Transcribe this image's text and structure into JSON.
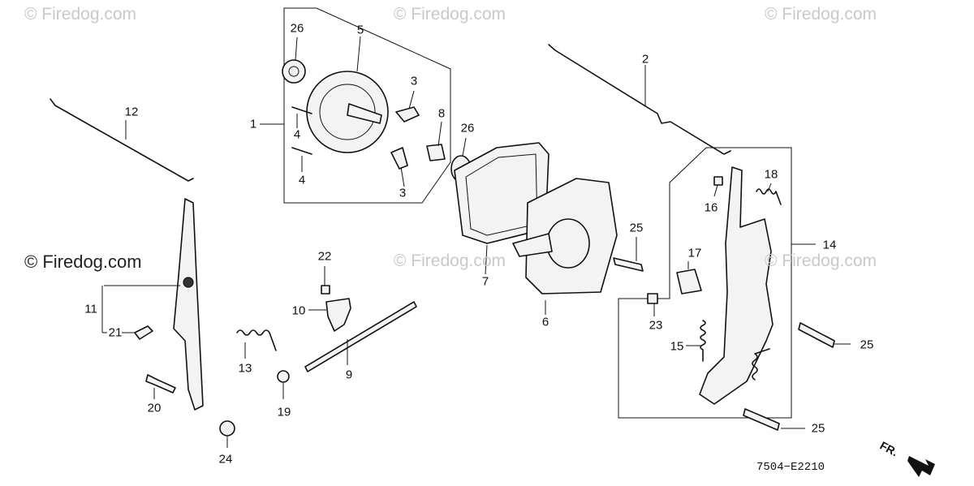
{
  "watermarks": {
    "tl": "© Firedog.com",
    "tc": "© Firedog.com",
    "tr": "© Firedog.com",
    "left": "© Firedog.com",
    "center": "© Firedog.com",
    "right": "© Firedog.com"
  },
  "callouts": {
    "p1": "1",
    "p2": "2",
    "p3a": "3",
    "p3b": "3",
    "p4a": "4",
    "p4b": "4",
    "p5": "5",
    "p6": "6",
    "p7": "7",
    "p8": "8",
    "p9": "9",
    "p10": "10",
    "p11": "11",
    "p12": "12",
    "p13": "13",
    "p14": "14",
    "p15": "15",
    "p16": "16",
    "p17": "17",
    "p18": "18",
    "p19": "19",
    "p20": "20",
    "p21": "21",
    "p22": "22",
    "p23": "23",
    "p24": "24",
    "p25a": "25",
    "p25b": "25",
    "p25c": "25",
    "p26a": "26",
    "p26b": "26"
  },
  "diagram_code": "7504−E2210",
  "direction_label": "FR."
}
